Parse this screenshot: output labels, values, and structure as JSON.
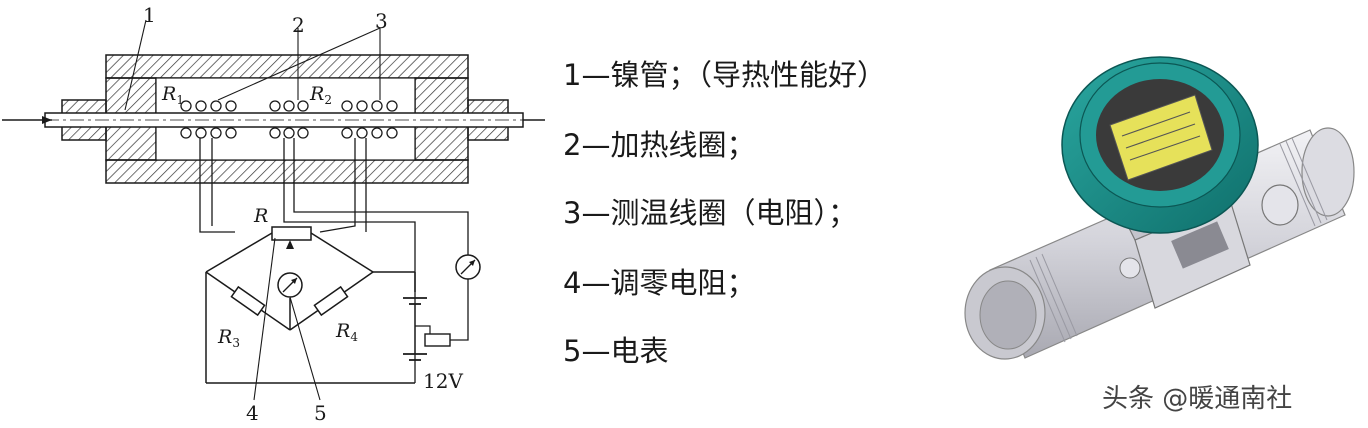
{
  "diagram": {
    "callouts": [
      "1",
      "2",
      "3",
      "4",
      "5"
    ],
    "resistors": {
      "r1": {
        "base": "R",
        "sub": "1"
      },
      "r2": {
        "base": "R",
        "sub": "2"
      },
      "r": {
        "base": "R"
      },
      "r3": {
        "base": "R",
        "sub": "3"
      },
      "r4": {
        "base": "R",
        "sub": "4"
      }
    },
    "voltage": "12V"
  },
  "legend": [
    "1—镍管；（导热性能好）",
    "2—加热线圈；",
    "3—测温线圈（电阻）；",
    "4—调零电阻；",
    "5—电表"
  ],
  "watermark": "头条 @暖通南社",
  "colors": {
    "line": "#1a1a1a",
    "hatch": "#333333",
    "meter_cap": "#1a8f8a",
    "meter_display": "#e8e25a",
    "pipe": "#d9d9df"
  }
}
